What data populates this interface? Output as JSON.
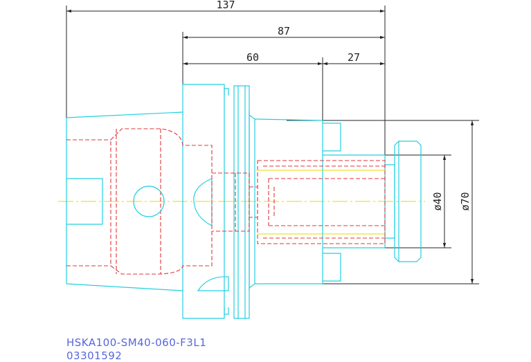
{
  "colors": {
    "dimension": "#222222",
    "body": "#22cfe0",
    "hidden": "#e0343a",
    "centerline": "#e8d800",
    "caption": "#5566dd"
  },
  "dimensions": {
    "overall": "137",
    "mid": "87",
    "left_seg": "60",
    "right_seg": "27",
    "dia_small": "ø40",
    "dia_large": "ø70"
  },
  "caption": {
    "part_name": "HSKA100-SM40-060-F3L1",
    "part_number": "03301592"
  }
}
